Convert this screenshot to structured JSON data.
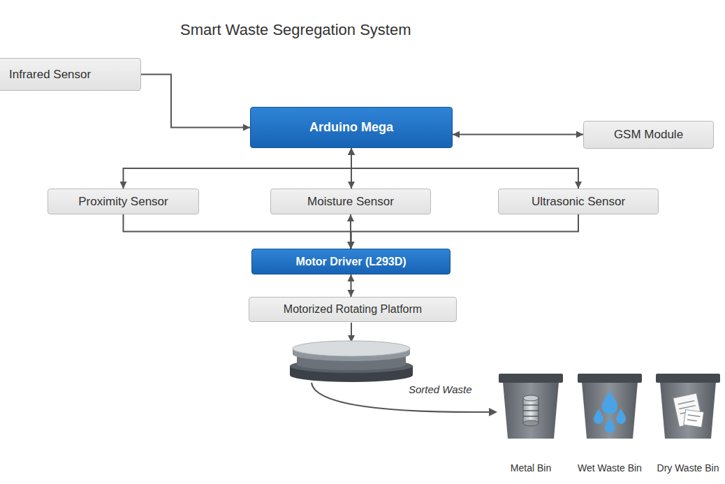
{
  "diagram": {
    "title": "Smart Waste Segregation System",
    "nodes": [
      {
        "text": [
          "Infrared Sensor"
        ]
      },
      {
        "text": [
          "Arduino Mega"
        ]
      },
      {
        "text": [
          "GSM Module"
        ]
      },
      {
        "text": [
          "Proximity Sensor"
        ]
      },
      {
        "text": [
          "Moisture Sensor"
        ]
      },
      {
        "text": [
          "Ultrasonic Sensor"
        ]
      },
      {
        "text": [
          "Motor Driver (L293D)"
        ]
      },
      {
        "text": [
          "Motorized Rotating Platform"
        ]
      },
      {
        "text": [
          "Metal Bin"
        ]
      },
      {
        "text": [
          "Wet Waste Bin"
        ]
      },
      {
        "text": [
          "Dry Waste Bin"
        ]
      }
    ],
    "edges": [
      {
        "from": 0,
        "to": 1,
        "arrow": "to"
      },
      {
        "from": 1,
        "to": 2,
        "arrow": "both"
      },
      {
        "from": 1,
        "to": 3,
        "arrow": "both"
      },
      {
        "from": 1,
        "to": 4,
        "arrow": "both"
      },
      {
        "from": 1,
        "to": 5,
        "arrow": "both"
      },
      {
        "from": 3,
        "to": 6,
        "arrow": "to"
      },
      {
        "from": 4,
        "to": 6,
        "arrow": "both"
      },
      {
        "from": 5,
        "to": 6,
        "arrow": "to"
      },
      {
        "from": 6,
        "to": 7,
        "arrow": "both"
      }
    ],
    "labels": [
      "Sorted Waste"
    ]
  }
}
